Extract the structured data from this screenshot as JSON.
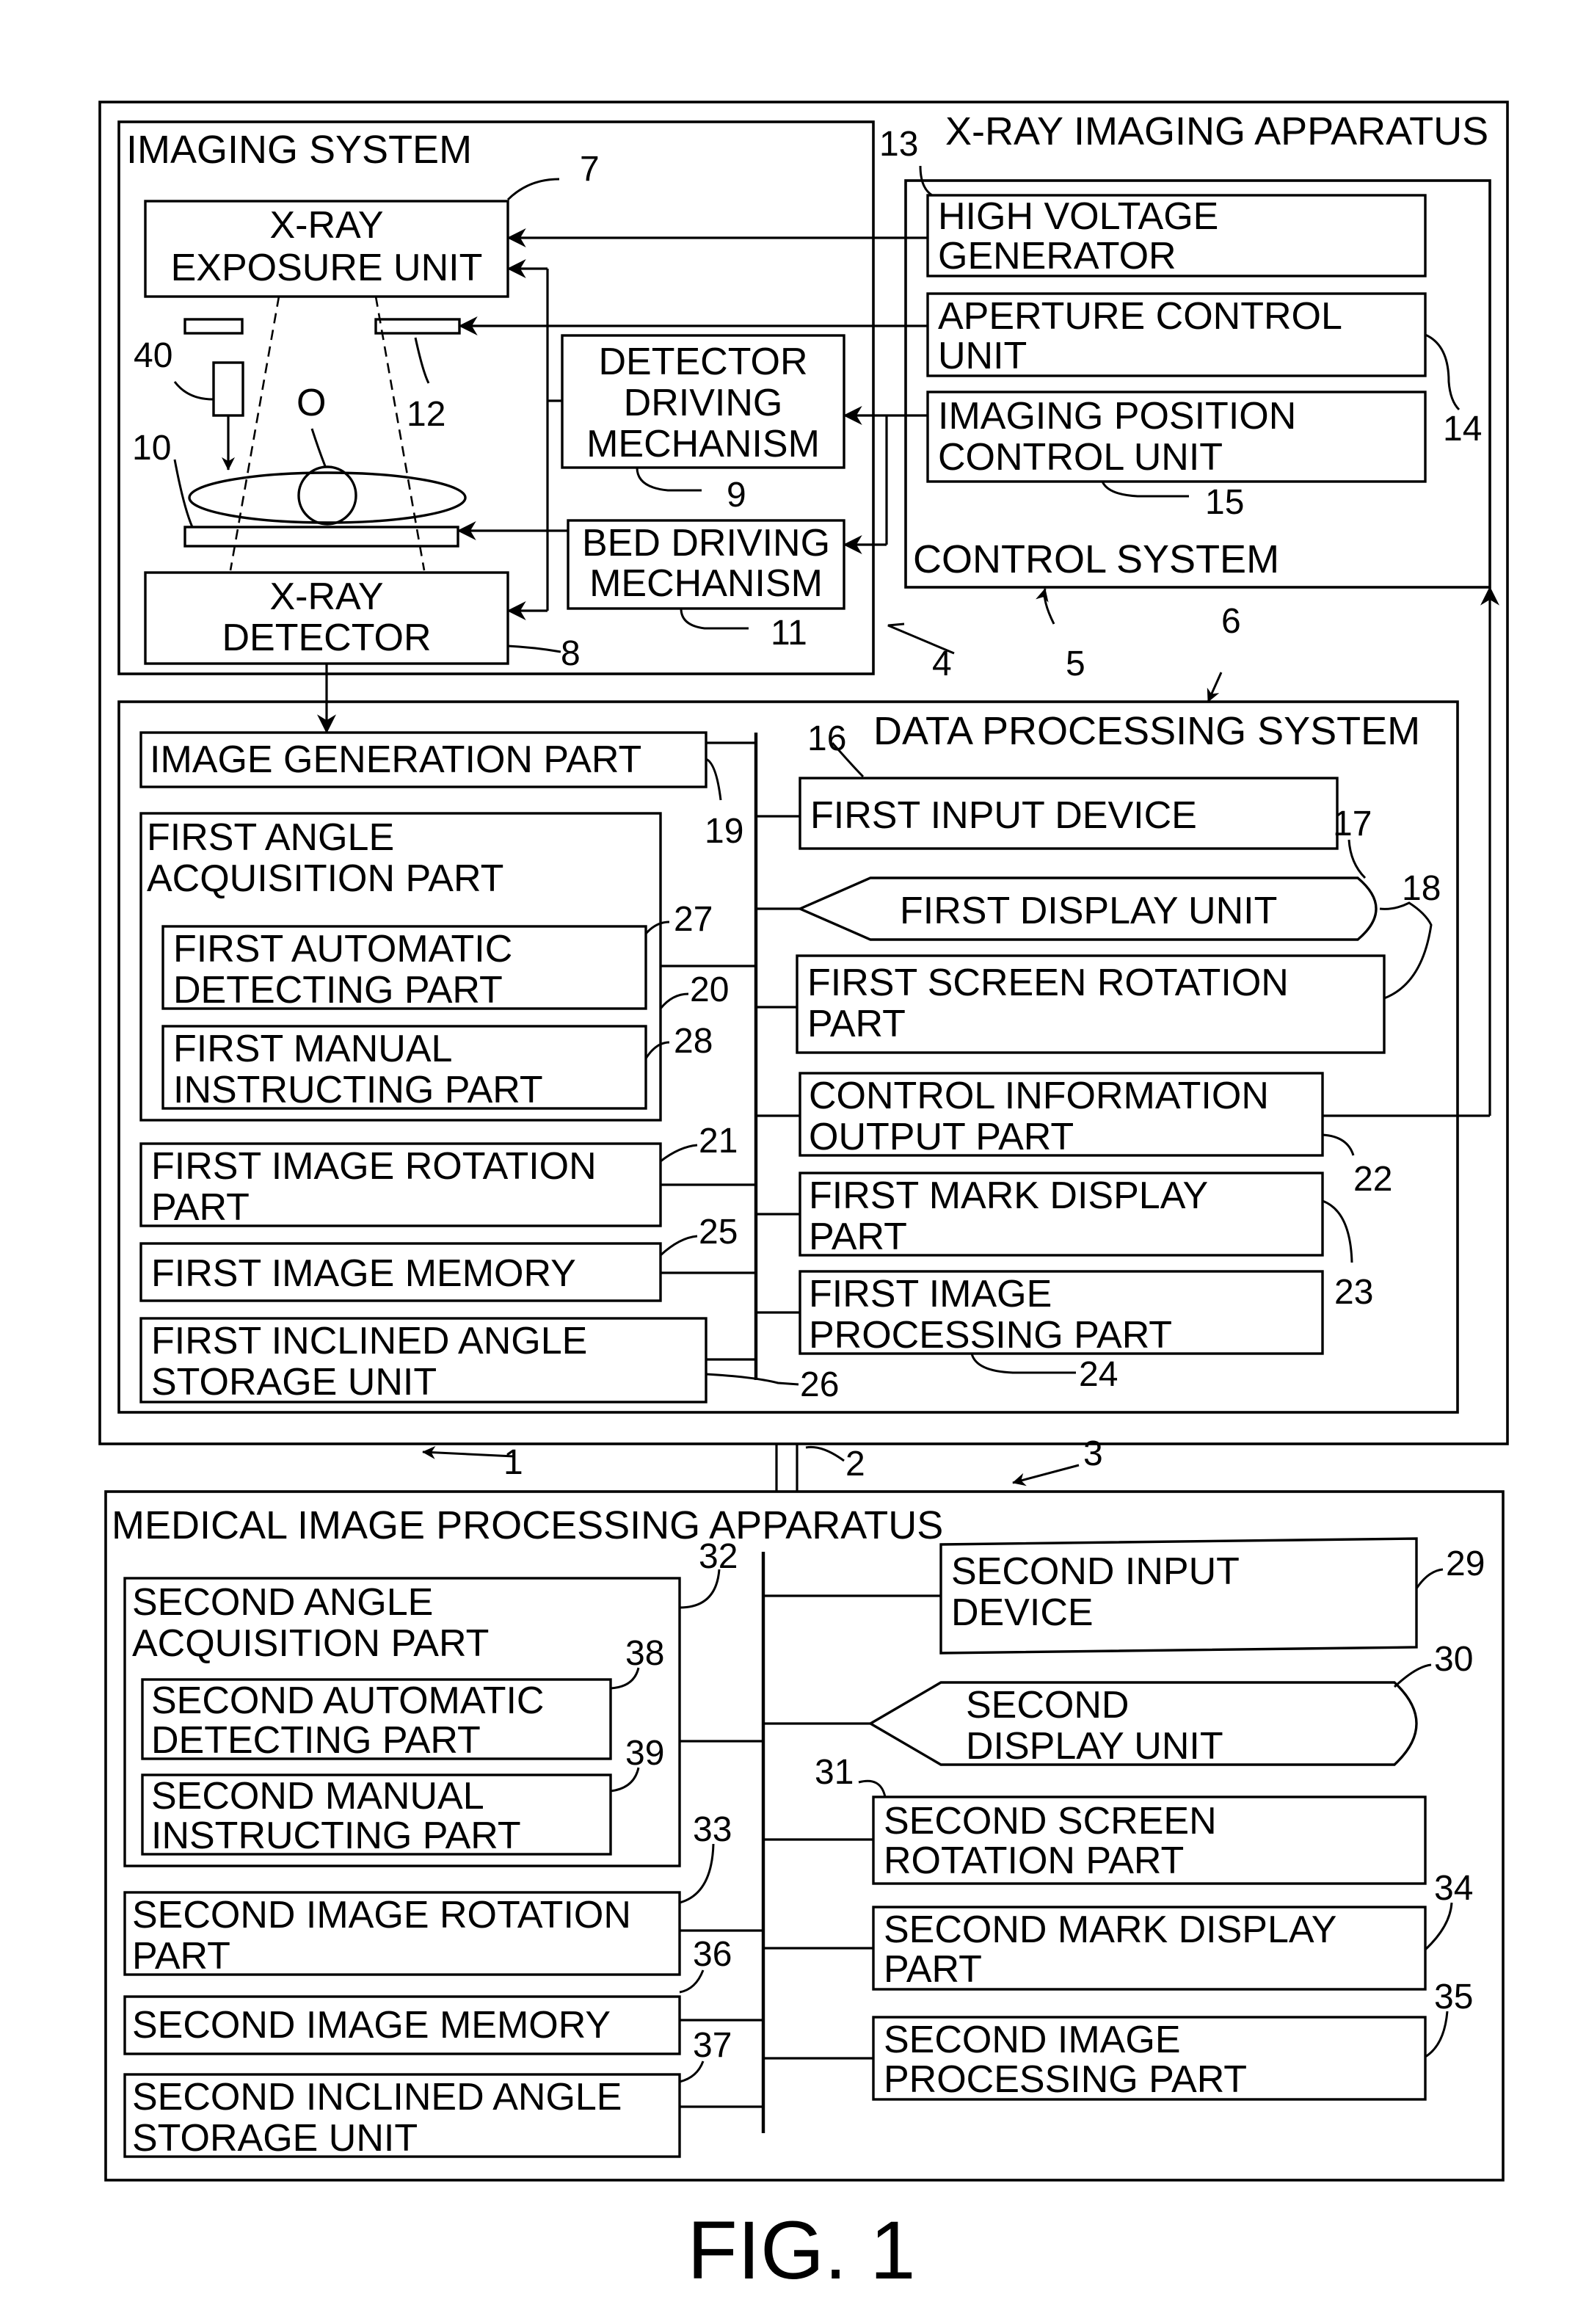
{
  "figure_label": "FIG. 1",
  "apparatus": {
    "xray_title": "X-RAY IMAGING APPARATUS",
    "medical_title": "MEDICAL IMAGE PROCESSING APPARATUS"
  },
  "sections": {
    "imaging_system": "IMAGING SYSTEM",
    "control_system": "CONTROL SYSTEM",
    "data_processing_system": "DATA PROCESSING SYSTEM"
  },
  "blocks": {
    "xray_exposure_unit": [
      "X-RAY",
      "EXPOSURE UNIT"
    ],
    "xray_detector": [
      "X-RAY",
      "DETECTOR"
    ],
    "detector_driving_mechanism": [
      "DETECTOR",
      "DRIVING",
      "MECHANISM"
    ],
    "bed_driving_mechanism": [
      "BED DRIVING",
      "MECHANISM"
    ],
    "high_voltage_generator": [
      "HIGH VOLTAGE",
      "GENERATOR"
    ],
    "aperture_control_unit": [
      "APERTURE CONTROL",
      "UNIT"
    ],
    "imaging_position_control_unit": [
      "IMAGING POSITION",
      "CONTROL UNIT"
    ],
    "subject": "O",
    "image_generation_part": [
      "IMAGE GENERATION PART"
    ],
    "first_angle_acquisition_part": [
      "FIRST ANGLE",
      "ACQUISITION PART"
    ],
    "first_automatic_detecting_part": [
      "FIRST AUTOMATIC",
      "DETECTING PART"
    ],
    "first_manual_instructing_part": [
      "FIRST MANUAL",
      "INSTRUCTING PART"
    ],
    "first_image_rotation_part": [
      "FIRST IMAGE ROTATION",
      "PART"
    ],
    "first_image_memory": [
      "FIRST IMAGE MEMORY"
    ],
    "first_inclined_angle_storage_unit": [
      "FIRST INCLINED ANGLE",
      "STORAGE UNIT"
    ],
    "first_input_device": [
      "FIRST INPUT DEVICE"
    ],
    "first_display_unit": [
      "FIRST DISPLAY UNIT"
    ],
    "first_screen_rotation_part": [
      "FIRST SCREEN ROTATION",
      "PART"
    ],
    "control_information_output_part": [
      "CONTROL INFORMATION",
      "OUTPUT PART"
    ],
    "first_mark_display_part": [
      "FIRST MARK DISPLAY",
      "PART"
    ],
    "first_image_processing_part": [
      "FIRST IMAGE",
      "PROCESSING PART"
    ],
    "second_angle_acquisition_part": [
      "SECOND ANGLE",
      "ACQUISITION PART"
    ],
    "second_automatic_detecting_part": [
      "SECOND AUTOMATIC",
      "DETECTING PART"
    ],
    "second_manual_instructing_part": [
      "SECOND MANUAL",
      "INSTRUCTING PART"
    ],
    "second_image_rotation_part": [
      "SECOND IMAGE ROTATION",
      "PART"
    ],
    "second_image_memory": [
      "SECOND IMAGE MEMORY"
    ],
    "second_inclined_angle_storage_unit": [
      "SECOND INCLINED ANGLE",
      "STORAGE UNIT"
    ],
    "second_input_device": [
      "SECOND INPUT",
      "DEVICE"
    ],
    "second_display_unit": [
      "SECOND",
      "DISPLAY UNIT"
    ],
    "second_screen_rotation_part": [
      "SECOND SCREEN",
      "ROTATION PART"
    ],
    "second_mark_display_part": [
      "SECOND MARK DISPLAY",
      "PART"
    ],
    "second_image_processing_part": [
      "SECOND IMAGE",
      "PROCESSING PART"
    ]
  },
  "refs": {
    "r1": "1",
    "r2": "2",
    "r3": "3",
    "r4": "4",
    "r5": "5",
    "r6": "6",
    "r7": "7",
    "r8": "8",
    "r9": "9",
    "r10": "10",
    "r11": "11",
    "r12": "12",
    "r13": "13",
    "r14": "14",
    "r15": "15",
    "r16": "16",
    "r17": "17",
    "r18": "18",
    "r19": "19",
    "r20": "20",
    "r21": "21",
    "r22": "22",
    "r23": "23",
    "r24": "24",
    "r25": "25",
    "r26": "26",
    "r27": "27",
    "r28": "28",
    "r29": "29",
    "r30": "30",
    "r31": "31",
    "r32": "32",
    "r33": "33",
    "r34": "34",
    "r35": "35",
    "r36": "36",
    "r37": "37",
    "r38": "38",
    "r39": "39",
    "r40": "40"
  }
}
